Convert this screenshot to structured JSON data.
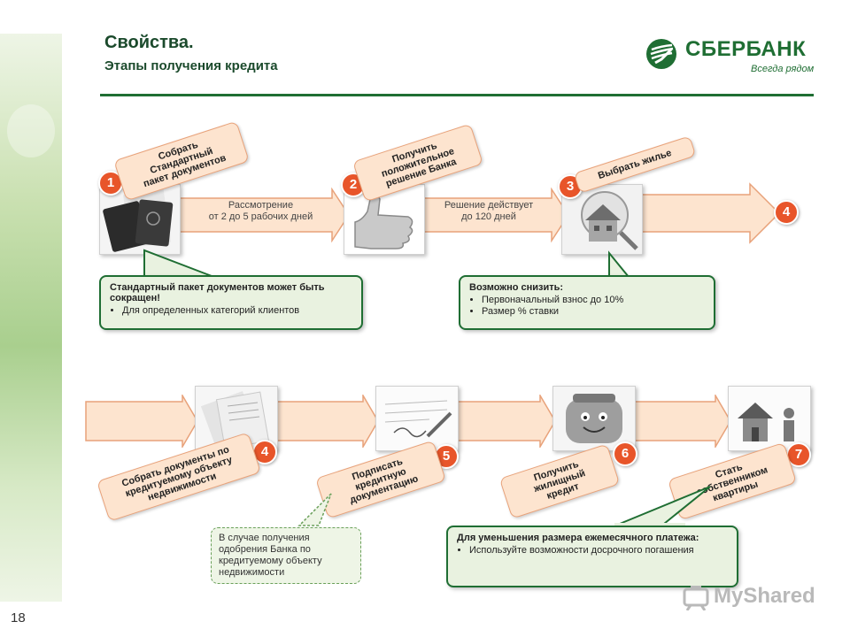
{
  "header": {
    "title": "Свойства.",
    "subtitle": "Этапы получения кредита"
  },
  "logo": {
    "name": "СБЕРБАНК",
    "tagline": "Всегда рядом",
    "color": "#1f6e33"
  },
  "page_number": "18",
  "watermark": "MyShared",
  "steps_top": [
    {
      "num": "1",
      "lines": [
        "Собрать",
        "Стандартный",
        "пакет документов"
      ],
      "icon": "passport-icon"
    },
    {
      "num": "2",
      "lines": [
        "Получить",
        "положительное",
        "решение Банка"
      ],
      "icon": "thumbs-up-icon"
    },
    {
      "num": "3",
      "lines": [
        "Выбрать жилье"
      ],
      "icon": "house-icon"
    },
    {
      "num": "4"
    }
  ],
  "arrow_labels_top": [
    {
      "lines": [
        "Рассмотрение",
        "от 2 до 5 рабочих дней"
      ]
    },
    {
      "lines": [
        "Решение действует",
        "до 120 дней"
      ]
    }
  ],
  "steps_bottom": [
    {
      "num": "4",
      "lines": [
        "Собрать документы по",
        "кредитуемому объекту",
        "недвижимости"
      ],
      "icon": "documents-icon"
    },
    {
      "num": "5",
      "lines": [
        "Подписать",
        "кредитную",
        "документацию"
      ],
      "icon": "signing-icon"
    },
    {
      "num": "6",
      "lines": [
        "Получить",
        "жилищный",
        "кредит"
      ],
      "icon": "wallet-icon"
    },
    {
      "num": "7",
      "lines": [
        "Стать",
        "собственником",
        "квартиры"
      ],
      "icon": "owner-house-icon"
    }
  ],
  "callouts": {
    "docs": {
      "head": "Стандартный пакет документов может быть сокращен!",
      "bullets": [
        "Для определенных категорий клиентов"
      ]
    },
    "reduce": {
      "head": "Возможно снизить:",
      "bullets": [
        "Первоначальный взнос до 10%",
        "Размер % ставки"
      ]
    },
    "approval": {
      "text": "В случае получения одобрения Банка по кредитуемому объекту недвижимости"
    },
    "payment": {
      "head": "Для уменьшения размера ежемесячного платежа:",
      "bullets": [
        "Используйте возможности досрочного погашения"
      ]
    }
  },
  "colors": {
    "accent": "#e8552a",
    "arrow_fill": "#fde4cf",
    "arrow_stroke": "#e8a27a",
    "green": "#1f6e33"
  }
}
